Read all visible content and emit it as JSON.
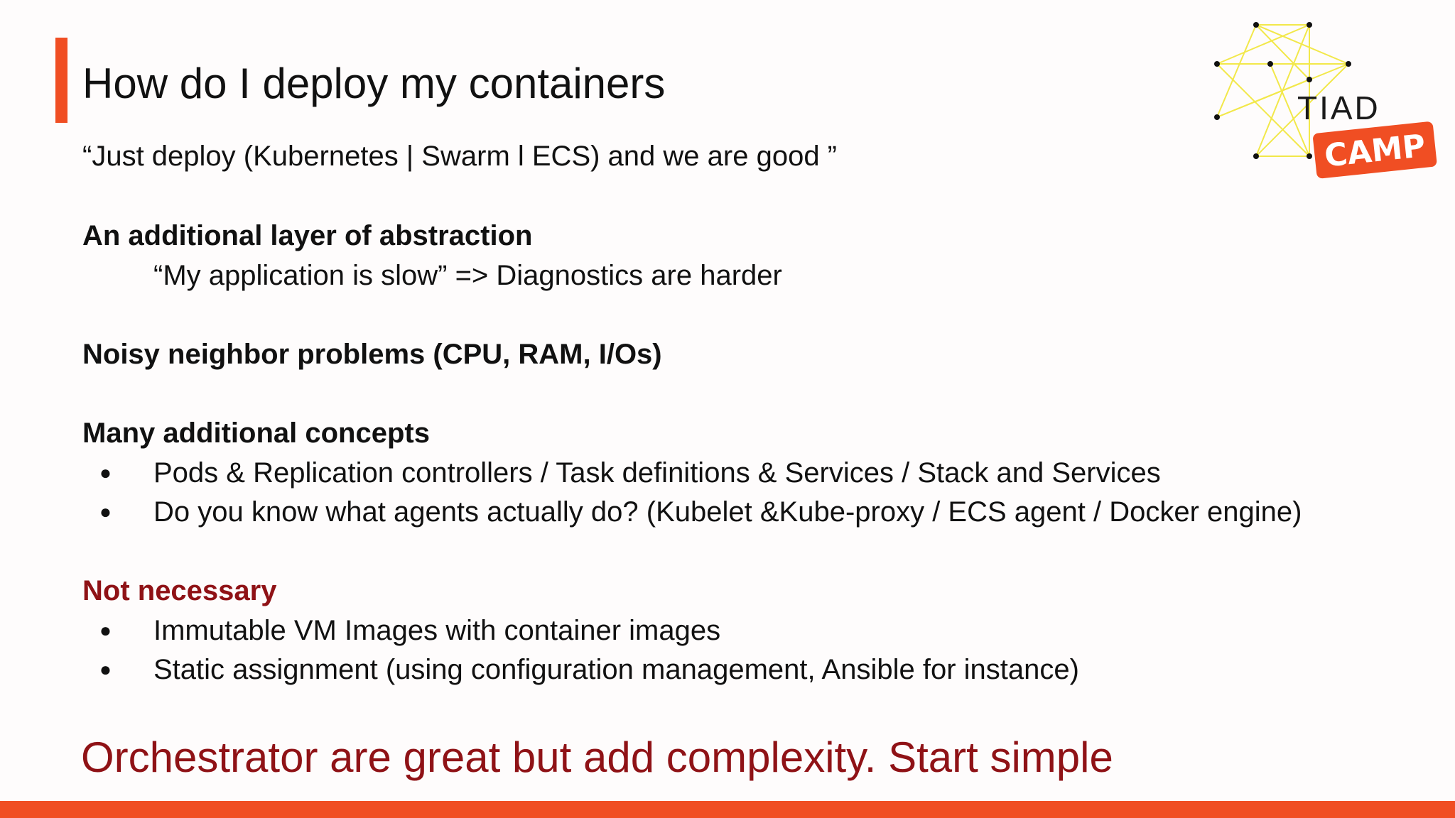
{
  "slide": {
    "title": "How do I deploy my containers",
    "quote": "“Just deploy (Kubernetes | Swarm l ECS) and we are good ”",
    "sections": [
      {
        "heading": "An additional layer of abstraction",
        "detail": "“My application is slow” => Diagnostics are harder"
      },
      {
        "heading": "Noisy neighbor problems (CPU, RAM, I/Os)"
      },
      {
        "heading": "Many additional concepts",
        "bullets": [
          "Pods & Replication controllers / Task definitions & Services / Stack and Services",
          "Do you know what agents actually do? (Kubelet &Kube-proxy / ECS agent / Docker engine)"
        ]
      },
      {
        "heading": "Not necessary",
        "bullets": [
          "Immutable VM Images with container images",
          "Static assignment (using configuration management, Ansible for instance)"
        ]
      }
    ],
    "bullet_glyph": "●",
    "conclusion": "Orchestrator are great but add complexity. Start simple"
  },
  "logo": {
    "text_top": "TIAD",
    "text_badge": "CAMP"
  },
  "colors": {
    "accent": "#f04e23",
    "dark_red": "#8f1216",
    "logo_lines": "#f2e84a"
  }
}
